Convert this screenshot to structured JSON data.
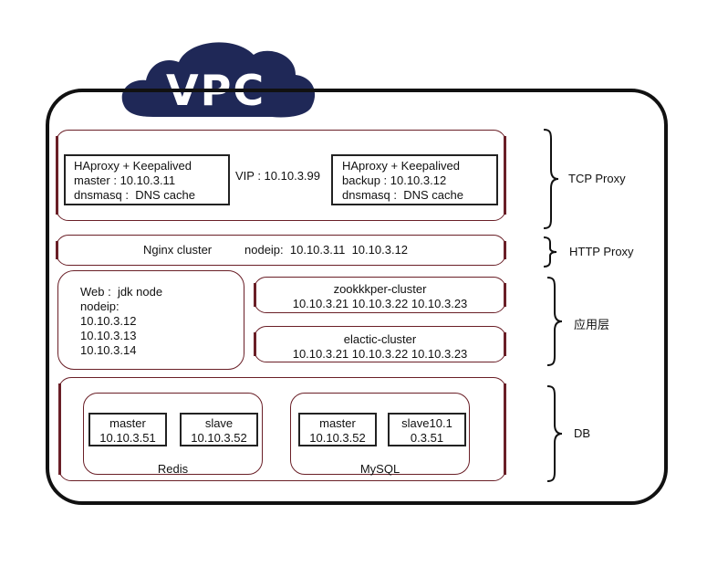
{
  "vpc_title": "VPC",
  "tcp": {
    "left_box": [
      "HAproxy + Keepalived",
      "master : 10.10.3.11",
      "dnsmasq :  DNS cache"
    ],
    "vip": "VIP : 10.10.3.99",
    "right_box": [
      "HAproxy + Keepalived",
      "backup : 10.10.3.12",
      "dnsmasq :  DNS cache"
    ]
  },
  "http": {
    "name": "Nginx cluster",
    "nodes": "nodeip:  10.10.3.11  10.10.3.12"
  },
  "app": {
    "web": [
      "Web :  jdk node",
      "nodeip:",
      "10.10.3.12",
      "10.10.3.13",
      "10.10.3.14"
    ],
    "zk_title": "zookkkper-cluster",
    "zk_nodes": "10.10.3.21 10.10.3.22 10.10.3.23",
    "es_title": "elactic-cluster",
    "es_nodes": "10.10.3.21 10.10.3.22 10.10.3.23"
  },
  "db": {
    "redis_label": "Redis",
    "redis_master": [
      "master",
      "10.10.3.51"
    ],
    "redis_slave": [
      "slave",
      "10.10.3.52"
    ],
    "mysql_label": "MySQL",
    "mysql_master": [
      "master",
      "10.10.3.52"
    ],
    "mysql_slave": [
      "slave10.1",
      "0.3.51"
    ]
  },
  "layers": {
    "tcp": "TCP Proxy",
    "http": "HTTP Proxy",
    "app": "应用层",
    "db": "DB"
  }
}
